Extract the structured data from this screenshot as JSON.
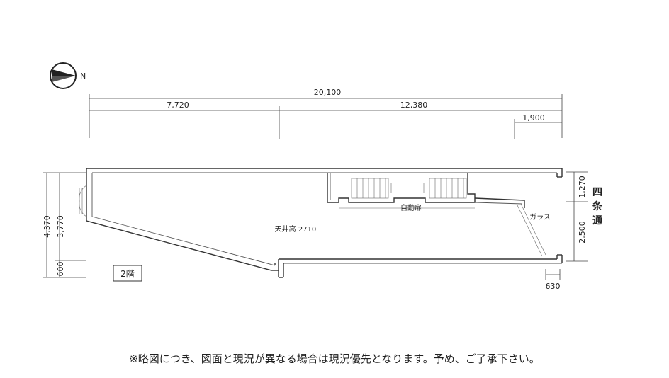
{
  "compass": {
    "label": "N",
    "icon": "north-arrow-icon"
  },
  "dimensions": {
    "total_length": "20,100",
    "left_section": "7,720",
    "right_section": "12,380",
    "right_offset": "1,900",
    "overall_depth": "4,370",
    "inner_depth": "3,770",
    "lower_offset": "600",
    "right_upper": "1,270",
    "right_lower": "2,500",
    "bottom_right": "630"
  },
  "labels": {
    "ceiling_height": "天井高 2710",
    "vending_machine": "自動扉",
    "glass": "ガラス",
    "street_chars": [
      "四",
      "条",
      "通"
    ],
    "floor": "2階"
  },
  "disclaimer": "※略図につき、図面と現況が異なる場合は現況優先となります。予め、ご了承下さい。"
}
